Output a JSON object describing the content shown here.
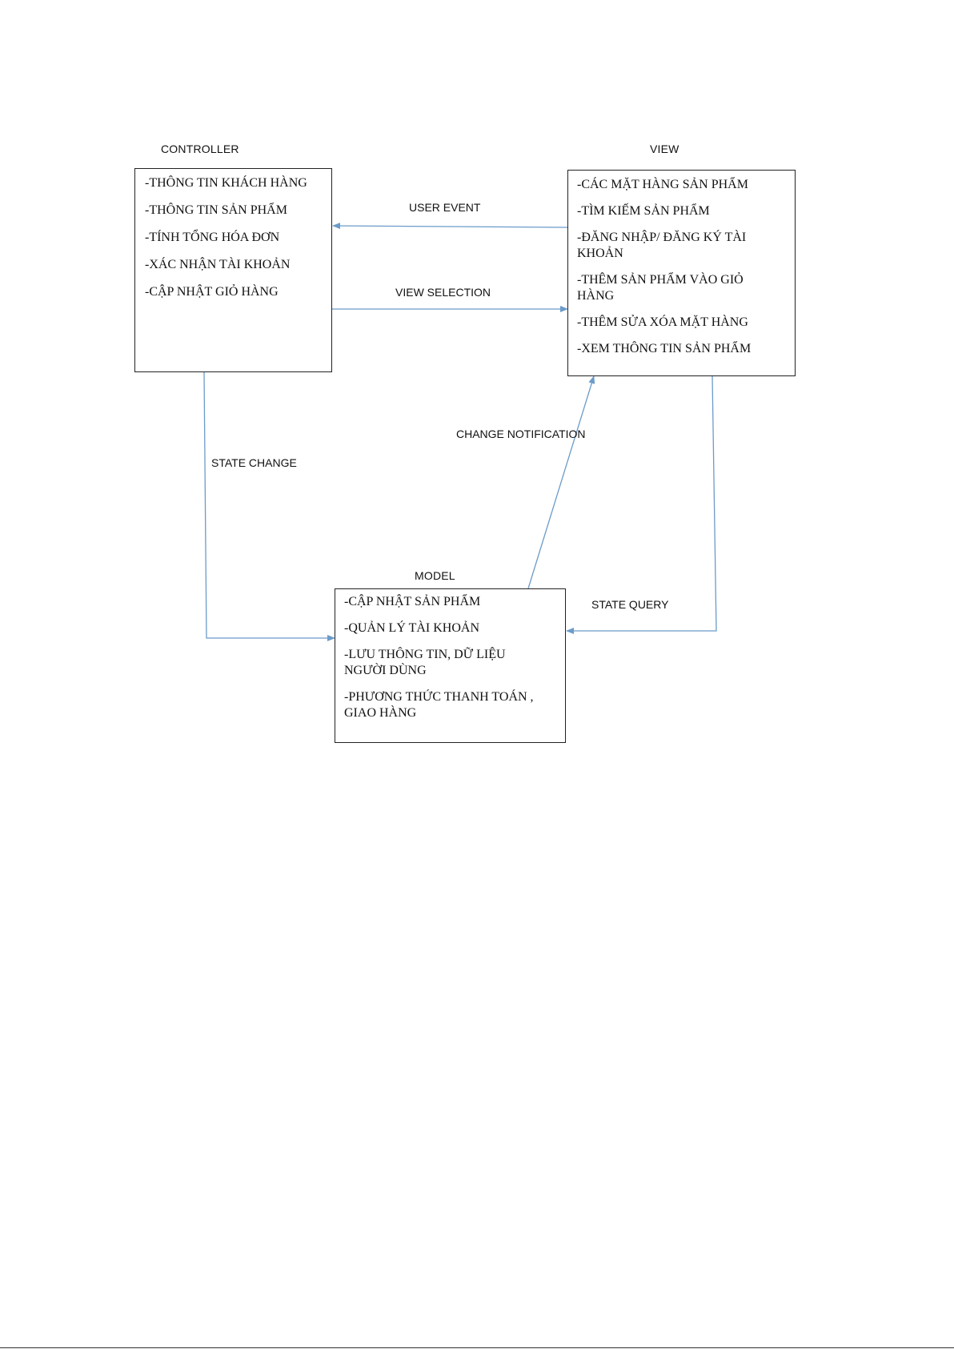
{
  "colors": {
    "connector": "#6b9bc9",
    "box_border": "#222222"
  },
  "controller": {
    "title": "CONTROLLER",
    "items": [
      "-THÔNG TIN KHÁCH HÀNG",
      "-THÔNG TIN SẢN PHẨM",
      "-TÍNH TỔNG HÓA ĐƠN",
      "-XÁC NHẬN TÀI KHOẢN",
      "-CẬP NHẬT GIỎ HÀNG"
    ]
  },
  "view": {
    "title": "VIEW",
    "items": [
      "-CÁC MẶT HÀNG SẢN PHẨM",
      "-TÌM KIẾM SẢN PHẨM",
      "-ĐĂNG NHẬP/ ĐĂNG KÝ TÀI KHOẢN",
      "-THÊM SẢN PHẨM VÀO GIỎ HÀNG",
      "-THÊM SỬA XÓA MẶT HÀNG",
      "-XEM THÔNG TIN SẢN PHẨM"
    ]
  },
  "model": {
    "title": "MODEL",
    "items": [
      "-CẬP NHẬT SẢN PHẨM",
      "-QUẢN LÝ TÀI KHOẢN",
      "-LƯU THÔNG TIN, DỮ LIỆU NGƯỜI DÙNG",
      "-PHƯƠNG THỨC THANH TOÁN , GIAO HÀNG"
    ]
  },
  "edges": {
    "user_event": "USER EVENT",
    "view_selection": "VIEW SELECTION",
    "change_notification": "CHANGE NOTIFICATION",
    "state_change": "STATE CHANGE",
    "state_query": "STATE QUERY"
  }
}
